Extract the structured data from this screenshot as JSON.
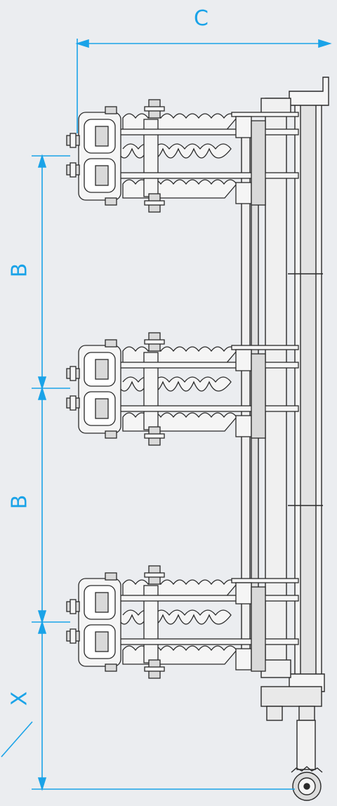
{
  "dimensions": {
    "c_label": "C",
    "b_top_label": "B",
    "b_bottom_label": "B",
    "x_label": "X"
  },
  "colors": {
    "dimension_line": "#1aa3e8",
    "outline": "#2a2a2a",
    "fill_light": "#f5f5f5",
    "fill_mid": "#d9d9d9",
    "background": "#ebedf0"
  }
}
